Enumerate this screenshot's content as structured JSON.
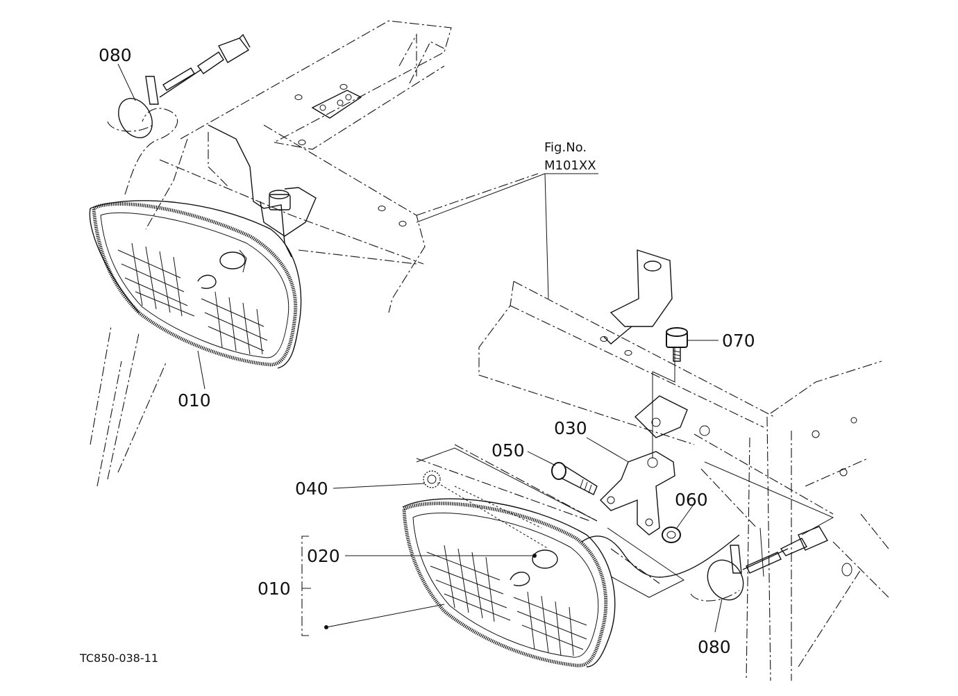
{
  "figure_reference": {
    "line1": "Fig.No.",
    "line2": "M101XX"
  },
  "drawing_code": "TC850-038-11",
  "callouts": {
    "c080_top": "080",
    "c010_top": "010",
    "c070": "070",
    "c030": "030",
    "c050": "050",
    "c040": "040",
    "c060": "060",
    "c020": "020",
    "c010_group": "010",
    "c080_bottom": "080"
  }
}
